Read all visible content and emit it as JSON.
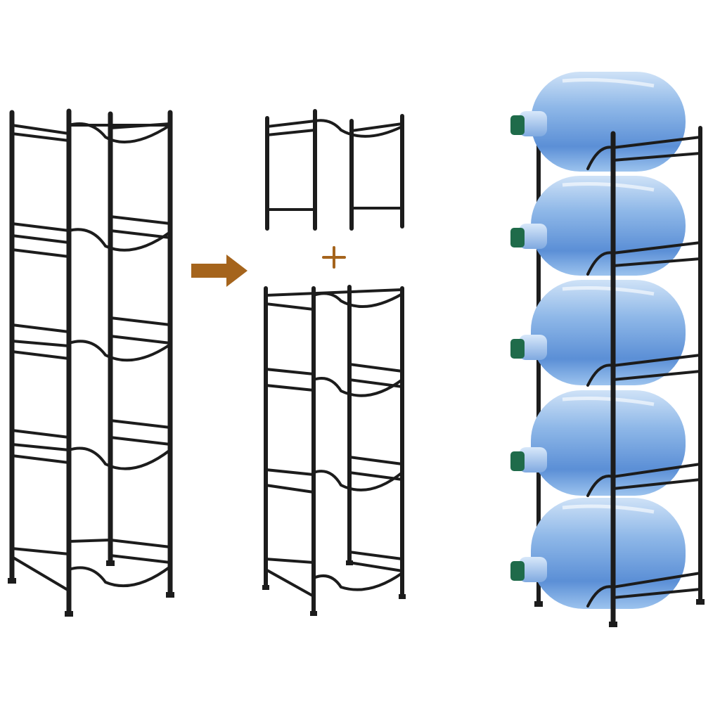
{
  "figure": {
    "description_panels": [
      "five-tier-rack",
      "arrow",
      "split-into-two-racks",
      "rack-with-bottles"
    ],
    "colors": {
      "frame": "#1c1c1c",
      "arrow": "#a5641c",
      "plus": "#a5641c",
      "bottle": "#8fb8e8",
      "bottle_dark": "#5b8fd6",
      "cap": "#1f6b4a"
    },
    "icons": [
      "right-arrow-icon",
      "plus-icon"
    ],
    "counts": {
      "full_rack_tiers": 5,
      "small_rack_tiers": 1,
      "medium_rack_tiers": 4,
      "bottles_shown": 5
    }
  }
}
